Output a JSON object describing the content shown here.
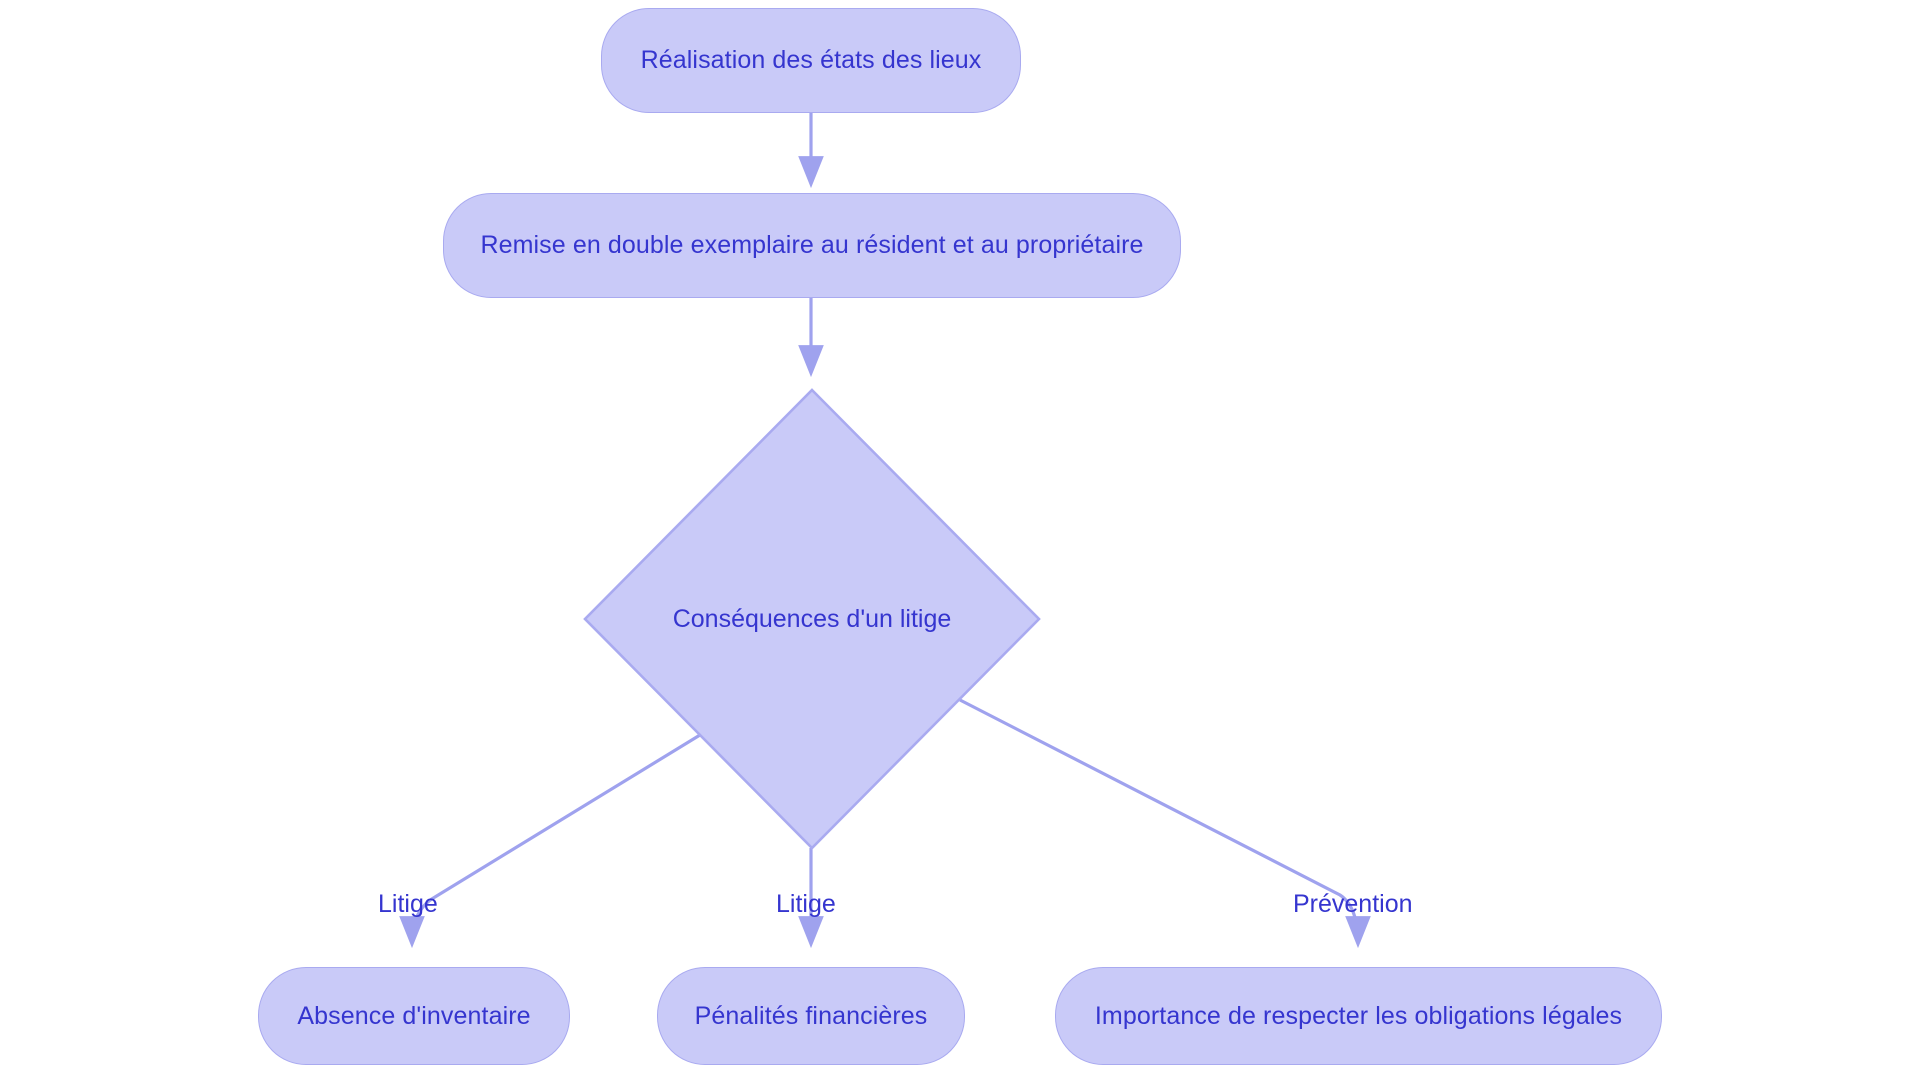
{
  "diagram": {
    "type": "flowchart",
    "direction": "top-down",
    "title": "Réalisation des états des lieux",
    "background_color": "#ffffff",
    "node_fill": "#c9caf8",
    "node_border": "#a9aaf0",
    "node_text_color": "#3535cf",
    "edge_color": "#9fa2ee",
    "nodes": [
      {
        "id": "n1",
        "label": "Réalisation des états des lieux",
        "shape": "rounded-rectangle"
      },
      {
        "id": "n2",
        "label": "Remise en double exemplaire au résident et au propriétaire",
        "shape": "rounded-rectangle"
      },
      {
        "id": "n3",
        "label": "Conséquences d'un litige",
        "shape": "diamond"
      },
      {
        "id": "n4",
        "label": "Absence d'inventaire",
        "shape": "rounded-rectangle"
      },
      {
        "id": "n5",
        "label": "Pénalités financières",
        "shape": "rounded-rectangle"
      },
      {
        "id": "n6",
        "label": "Importance de respecter les obligations légales",
        "shape": "rounded-rectangle"
      }
    ],
    "edges": [
      {
        "from": "n1",
        "to": "n2",
        "label": ""
      },
      {
        "from": "n2",
        "to": "n3",
        "label": ""
      },
      {
        "from": "n3",
        "to": "n4",
        "label": "Litige"
      },
      {
        "from": "n3",
        "to": "n5",
        "label": "Litige"
      },
      {
        "from": "n3",
        "to": "n6",
        "label": "Prévention"
      }
    ],
    "edge_labels": {
      "left": "Litige",
      "middle": "Litige",
      "right": "Prévention"
    }
  }
}
